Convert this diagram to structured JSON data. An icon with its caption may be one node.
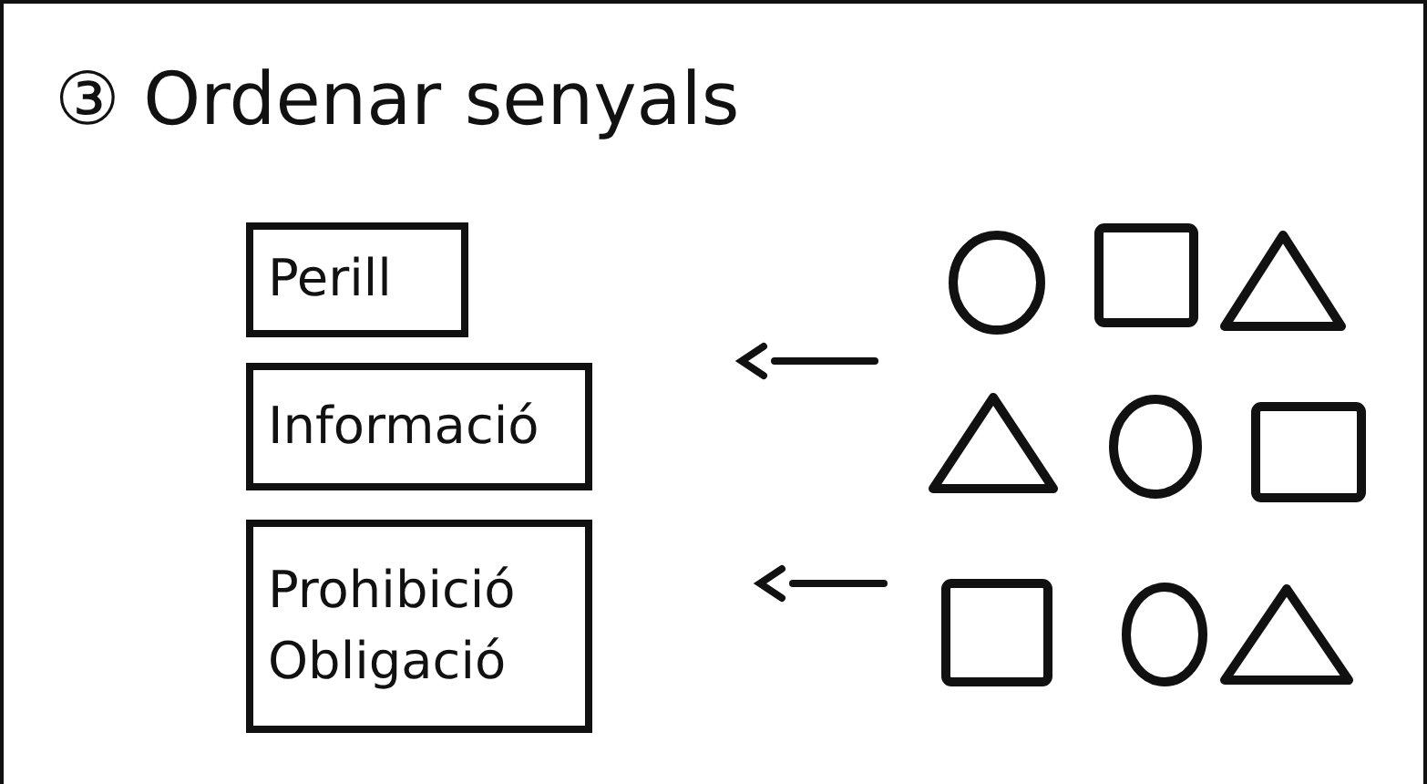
{
  "diagram": {
    "title": "③ Ordenar senyals",
    "nodes": [
      {
        "text": [
          "Perill"
        ]
      },
      {
        "text": [],
        "shape": "circle"
      },
      {
        "text": [],
        "shape": "box"
      },
      {
        "text": [],
        "shape": "triangle"
      },
      {
        "text": [
          "Informació"
        ]
      },
      {
        "text": [],
        "shape": "triangle"
      },
      {
        "text": [],
        "shape": "circle"
      },
      {
        "text": [],
        "shape": "box"
      },
      {
        "text": [
          "Prohibició",
          "Obligació"
        ]
      },
      {
        "text": [],
        "shape": "box"
      },
      {
        "text": [],
        "shape": "circle"
      },
      {
        "text": [],
        "shape": "triangle"
      }
    ]
  }
}
